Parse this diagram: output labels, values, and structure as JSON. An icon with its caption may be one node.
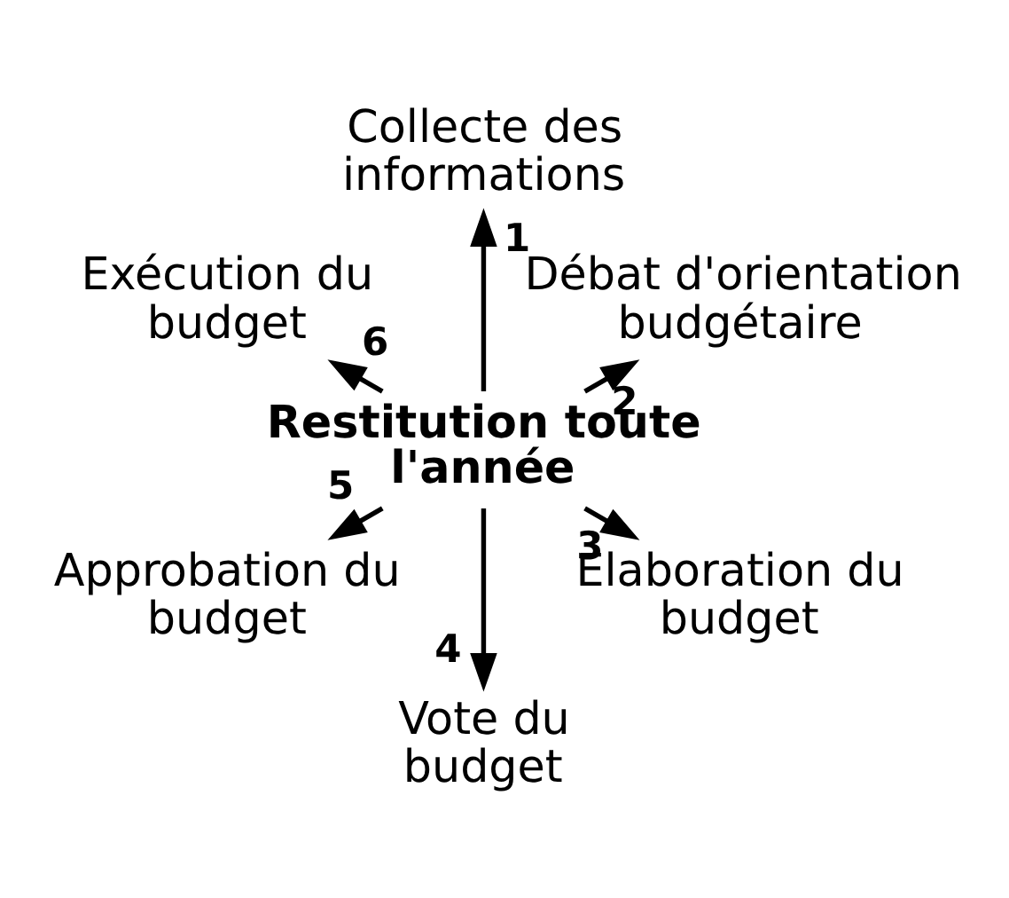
{
  "diagram": {
    "nodes": [
      {
        "text": [
          "Restitution toute l'année"
        ]
      },
      {
        "text": [
          "Collecte des informations"
        ]
      },
      {
        "text": [
          "Débat d'orientation budgétaire"
        ]
      },
      {
        "text": [
          "Elaboration du budget"
        ]
      },
      {
        "text": [
          "Vote du budget"
        ]
      },
      {
        "text": [
          "Approbation du budget"
        ]
      },
      {
        "text": [
          "Exécution du budget"
        ]
      }
    ],
    "edges": [
      {
        "from": 0,
        "to": 1,
        "arrow": "to",
        "label": "1"
      },
      {
        "from": 0,
        "to": 2,
        "arrow": "to",
        "label": "2"
      },
      {
        "from": 0,
        "to": 3,
        "arrow": "to",
        "label": "3"
      },
      {
        "from": 0,
        "to": 4,
        "arrow": "to",
        "label": "4"
      },
      {
        "from": 0,
        "to": 5,
        "arrow": "to",
        "label": "5"
      },
      {
        "from": 0,
        "to": 6,
        "arrow": "to",
        "label": "6"
      }
    ]
  }
}
